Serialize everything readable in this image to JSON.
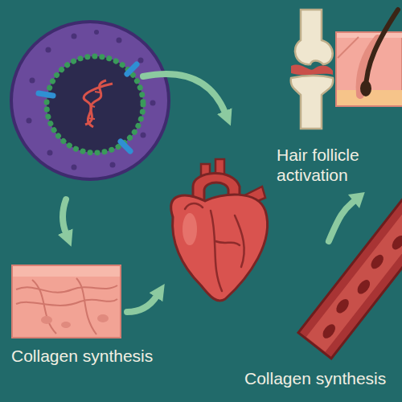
{
  "diagram": {
    "nodes": [
      {
        "text": [
          "Hair follicle activation"
        ]
      },
      {
        "text": [
          "Collagen synthesis"
        ]
      },
      {
        "text": [
          "Collagen synthesis"
        ]
      }
    ],
    "edges": [
      {
        "from": 2,
        "to": 0,
        "arrow": "to"
      }
    ]
  }
}
